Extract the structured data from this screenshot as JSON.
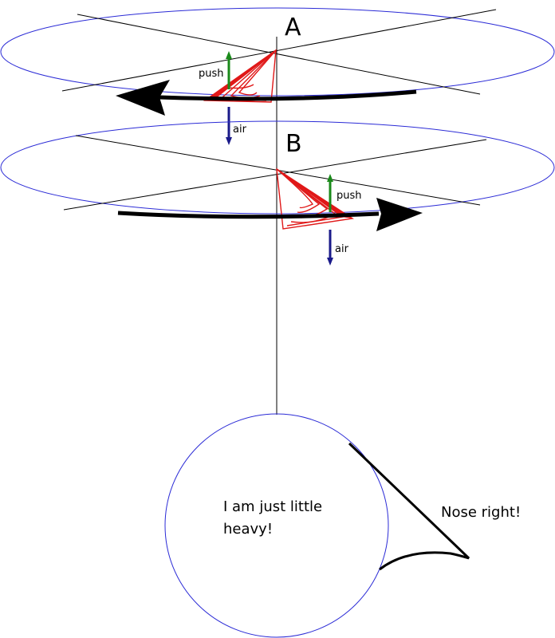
{
  "labels": {
    "rotor_a": "A",
    "rotor_b": "B",
    "push": "push",
    "air": "air"
  },
  "speech": {
    "line1": "I am just little",
    "line2": "heavy!"
  },
  "callout": "Nose right!",
  "colors": {
    "rotor_disc": "#2b2bd6",
    "blade": "#e01818",
    "push_arrow": "#1a8a1a",
    "air_arrow": "#1a1a8a",
    "line": "#000000"
  }
}
